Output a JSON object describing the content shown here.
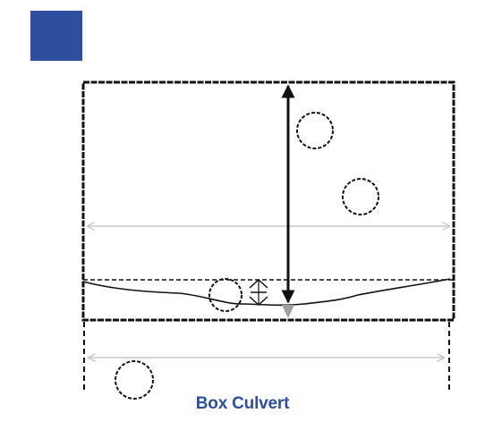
{
  "caption": "Box Culvert",
  "colors": {
    "accent": "#2E4E9E",
    "line": "#111111",
    "arrow_light": "#C8C8C8",
    "arrow_gray": "#A0A0A0",
    "caption_text": "#2E4E9E"
  },
  "icons": {
    "marker": "blue-square",
    "depth_arrow": "double-headed-vertical-arrow",
    "width_arrow": "double-headed-horizontal-arrow",
    "gap_marker": "small-double-headed-vertical-arrow"
  }
}
